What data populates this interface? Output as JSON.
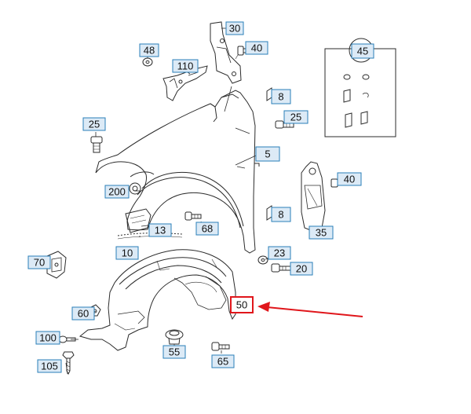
{
  "callouts": [
    {
      "id": "c30",
      "label": "30"
    },
    {
      "id": "c40a",
      "label": "40"
    },
    {
      "id": "c48",
      "label": "48"
    },
    {
      "id": "c110",
      "label": "110"
    },
    {
      "id": "c45",
      "label": "45"
    },
    {
      "id": "c8a",
      "label": "8"
    },
    {
      "id": "c25a",
      "label": "25"
    },
    {
      "id": "c25b",
      "label": "25"
    },
    {
      "id": "c5",
      "label": "5"
    },
    {
      "id": "c40b",
      "label": "40"
    },
    {
      "id": "c200",
      "label": "200"
    },
    {
      "id": "c8b",
      "label": "8"
    },
    {
      "id": "c13",
      "label": "13"
    },
    {
      "id": "c68",
      "label": "68"
    },
    {
      "id": "c35",
      "label": "35"
    },
    {
      "id": "c10",
      "label": "10"
    },
    {
      "id": "c23",
      "label": "23"
    },
    {
      "id": "c70",
      "label": "70"
    },
    {
      "id": "c20",
      "label": "20"
    },
    {
      "id": "c50",
      "label": "50",
      "highlight": true
    },
    {
      "id": "c60",
      "label": "60"
    },
    {
      "id": "c100",
      "label": "100"
    },
    {
      "id": "c55",
      "label": "55"
    },
    {
      "id": "c65",
      "label": "65"
    },
    {
      "id": "c105",
      "label": "105"
    }
  ],
  "colors": {
    "line": "#2b2b2b",
    "callout_border": "#2a7fb8",
    "callout_fill": "#dceaf6",
    "highlight": "#e0161b"
  }
}
